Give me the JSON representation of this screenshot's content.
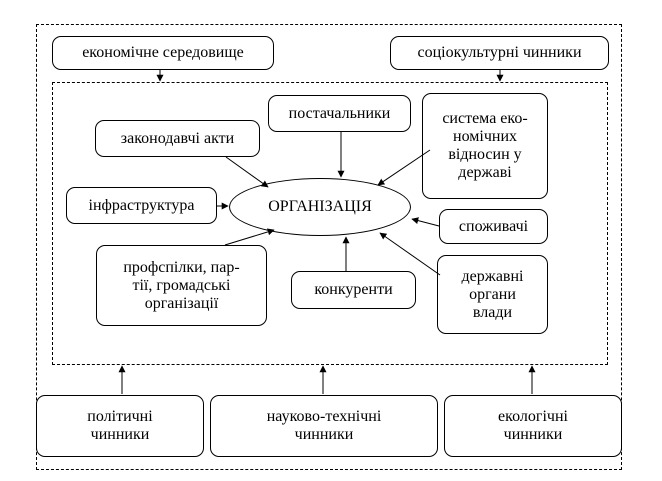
{
  "outer_factors_top": {
    "left": "економічне середовище",
    "right": "соціокультурні чинники"
  },
  "center": "ОРГАНІЗАЦІЯ",
  "inner_factors": {
    "laws": "законодавчі акти",
    "suppliers": "постачальники",
    "economic_system": [
      "система еко-",
      "номічних",
      "відносин у",
      "державі"
    ],
    "infrastructure": "інфраструктура",
    "consumers": "споживачі",
    "unions": [
      "профспілки, пар-",
      "тії, громадські",
      "організації"
    ],
    "competitors": "конкуренти",
    "government": [
      "державні",
      "органи",
      "влади"
    ]
  },
  "outer_factors_bottom": {
    "political": [
      "політичні",
      "чинники"
    ],
    "scientific": [
      "науково-технічні",
      "чинники"
    ],
    "ecological": [
      "екологічні",
      "чинники"
    ]
  }
}
